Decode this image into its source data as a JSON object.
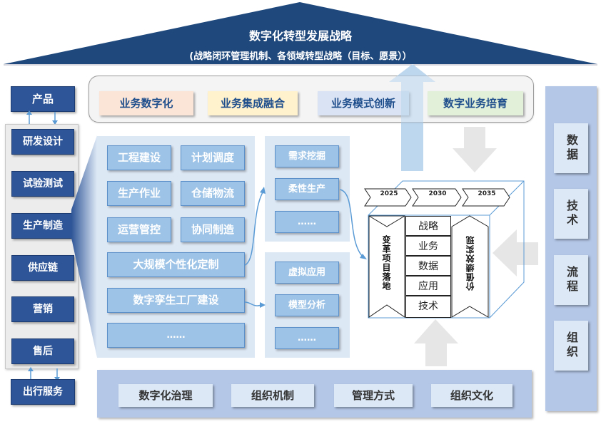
{
  "roof": {
    "title": "数字化转型发展战略",
    "subtitle": "(战略闭环管理机制、各领域转型战略（目标、愿景））",
    "color": "#1f497d"
  },
  "top_tags": [
    {
      "label": "业务数字化",
      "bg": "#fbe5d6"
    },
    {
      "label": "业务集成融合",
      "bg": "#fff2cc"
    },
    {
      "label": "业务模式创新",
      "bg": "#dae3f3"
    },
    {
      "label": "数字业务培育",
      "bg": "#e2f0d9"
    }
  ],
  "value_chain": {
    "top": "产品",
    "items": [
      "研发设计",
      "试验测试",
      "生产制造",
      "供应链",
      "营销",
      "售后"
    ],
    "bottom": "出行服务"
  },
  "manufacturing_panel": {
    "grid": [
      "工程建设",
      "计划调度",
      "生产作业",
      "仓储物流",
      "运营管控",
      "协同制造"
    ],
    "wide": [
      "大规模个性化定制",
      "数字孪生工厂建设",
      "……"
    ]
  },
  "customization_panel": [
    "需求挖掘",
    "柔性生产",
    "……"
  ],
  "twin_panel": [
    "虚拟应用",
    "模型分析",
    "……"
  ],
  "cube": {
    "years": [
      "2025",
      "2030",
      "2035"
    ],
    "layers": [
      "战略",
      "业务",
      "数据",
      "应用",
      "技术"
    ],
    "left_label": "变革项目落地",
    "right_label": "价值绩效实现"
  },
  "bottom_items": [
    "数字化治理",
    "组织机制",
    "管理方式",
    "组织文化"
  ],
  "right_items": [
    "数据",
    "技术",
    "流程",
    "组织"
  ]
}
